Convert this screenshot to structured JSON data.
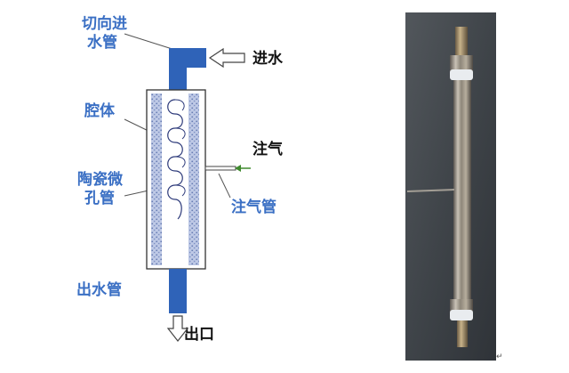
{
  "labels": {
    "inlet_pipe": [
      "切向进",
      "水管"
    ],
    "water_in": "进水",
    "cavity": "腔体",
    "gas_in": "注气",
    "ceramic_tube": [
      "陶瓷微",
      "孔管"
    ],
    "gas_pipe": "注气管",
    "outlet_pipe": "出水管",
    "outlet": "出口"
  },
  "colors": {
    "label_blue": "#3a6fc4",
    "pipe_blue": "#2f63b8",
    "ceramic_fill": "#a9b8dd",
    "gas_arrow": "#3f8a2e"
  }
}
